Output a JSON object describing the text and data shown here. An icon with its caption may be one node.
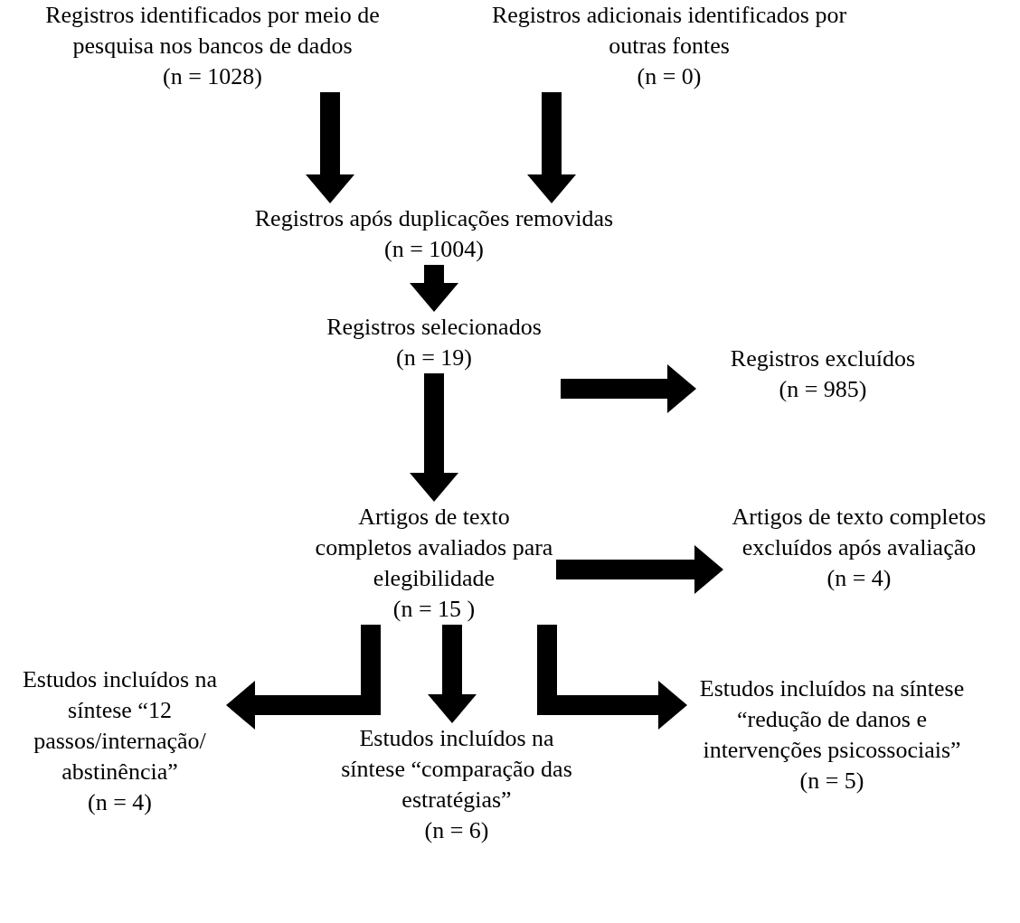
{
  "diagram": {
    "nodes": [
      {
        "text": [
          "Registros identificados por meio de pesquisa nos bancos de dados",
          "(n = 1028)"
        ]
      },
      {
        "text": [
          "Registros adicionais identificados por outras fontes",
          "(n = 0)"
        ]
      },
      {
        "text": [
          "Registros após duplicações removidas",
          "(n = 1004)"
        ]
      },
      {
        "text": [
          "Registros selecionados",
          "(n = 19)"
        ]
      },
      {
        "text": [
          "Registros excluídos",
          "(n = 985)"
        ]
      },
      {
        "text": [
          "Artigos de texto completos avaliados para elegibilidade",
          "(n = 15 )"
        ]
      },
      {
        "text": [
          "Artigos de texto completos excluídos após avaliação",
          "(n = 4)"
        ]
      },
      {
        "text": [
          "Estudos incluídos na síntese “12 passos/internação/ abstinência”",
          "(n = 4)"
        ]
      },
      {
        "text": [
          "Estudos incluídos na síntese “comparação das estratégias”",
          "(n = 6)"
        ]
      },
      {
        "text": [
          "Estudos incluídos na síntese “redução de danos e intervenções psicossociais”",
          "(n = 5)"
        ]
      }
    ],
    "edges": [
      {
        "from": 0,
        "to": 2,
        "arrow": "to"
      },
      {
        "from": 1,
        "to": 2,
        "arrow": "to"
      },
      {
        "from": 2,
        "to": 3,
        "arrow": "to"
      },
      {
        "from": 3,
        "to": 4,
        "arrow": "to"
      },
      {
        "from": 3,
        "to": 5,
        "arrow": "to"
      },
      {
        "from": 5,
        "to": 6,
        "arrow": "to"
      },
      {
        "from": 5,
        "to": 7,
        "arrow": "to"
      },
      {
        "from": 5,
        "to": 8,
        "arrow": "to"
      },
      {
        "from": 5,
        "to": 9,
        "arrow": "to"
      }
    ]
  }
}
